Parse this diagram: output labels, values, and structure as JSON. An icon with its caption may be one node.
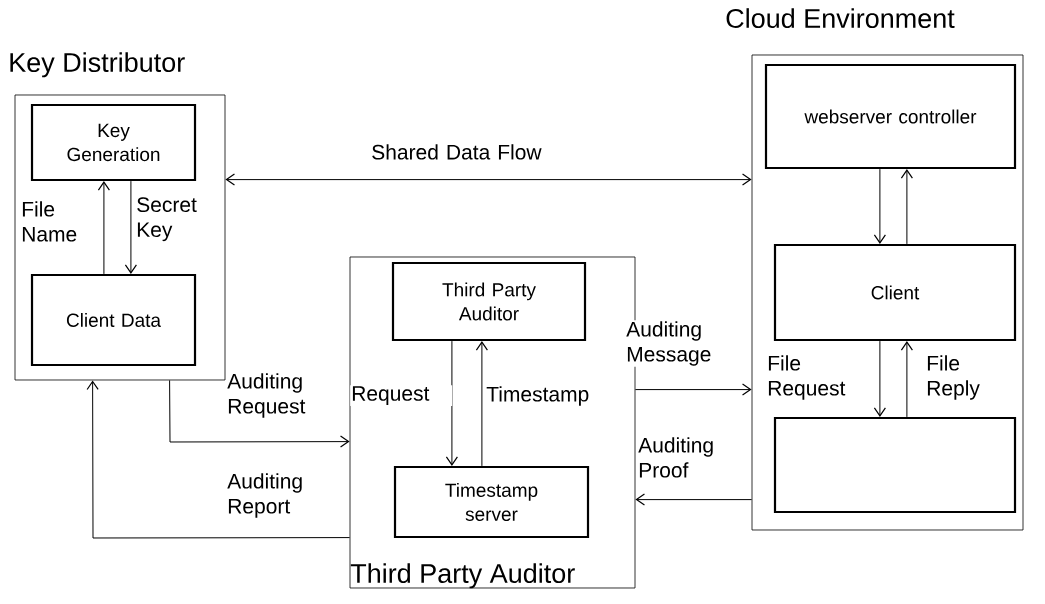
{
  "diagram": {
    "nodes": [
      {
        "text": [
          "Key Distributor"
        ]
      },
      {
        "text": [
          "Key Generation"
        ],
        "in": 0
      },
      {
        "text": [
          "Client Data"
        ],
        "in": 0
      },
      {
        "text": [
          "Third Party Auditor"
        ]
      },
      {
        "text": [
          "Third Party Auditor"
        ],
        "in": 3
      },
      {
        "text": [
          "Timestamp server"
        ],
        "in": 3
      },
      {
        "text": [
          "Cloud Environment"
        ]
      },
      {
        "text": [
          "webserver controller"
        ],
        "in": 6
      },
      {
        "text": [
          "Client"
        ],
        "in": 6
      },
      {
        "text": [],
        "shape": "box",
        "in": 6
      }
    ],
    "edges": [
      {
        "from": 2,
        "to": 1,
        "arrow": "to",
        "label": "File Name"
      },
      {
        "from": 1,
        "to": 2,
        "arrow": "to",
        "label": "Secret Key"
      },
      {
        "from": 0,
        "to": 6,
        "arrow": "both",
        "label": "Shared Data Flow"
      },
      {
        "from": 0,
        "to": 3,
        "arrow": "to",
        "label": "Auditing Request"
      },
      {
        "from": 3,
        "to": 0,
        "arrow": "to",
        "label": "Auditing Report"
      },
      {
        "from": 4,
        "to": 5,
        "arrow": "to",
        "label": "Request"
      },
      {
        "from": 5,
        "to": 4,
        "arrow": "to",
        "label": "Timestamp"
      },
      {
        "from": 3,
        "to": 6,
        "arrow": "to",
        "label": "Auditing Message"
      },
      {
        "from": 6,
        "to": 3,
        "arrow": "to",
        "label": "Auditing Proof"
      },
      {
        "from": 7,
        "to": 8,
        "arrow": "to"
      },
      {
        "from": 8,
        "to": 7,
        "arrow": "to"
      },
      {
        "from": 8,
        "to": 9,
        "arrow": "to",
        "label": "File Request"
      },
      {
        "from": 9,
        "to": 8,
        "arrow": "to",
        "label": "File Reply"
      }
    ]
  }
}
